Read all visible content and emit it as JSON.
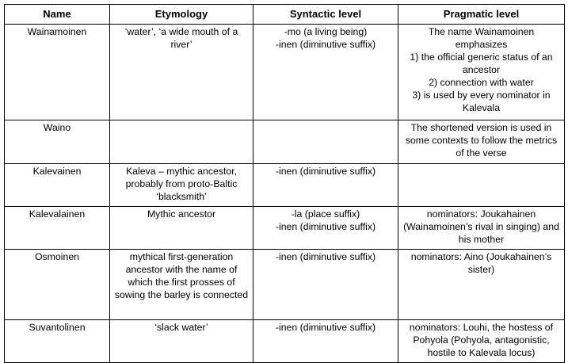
{
  "table": {
    "columns": [
      {
        "key": "name",
        "label": "Name"
      },
      {
        "key": "etymology",
        "label": "Etymology"
      },
      {
        "key": "syntactic",
        "label": "Syntactic level"
      },
      {
        "key": "pragmatic",
        "label": "Pragmatic level"
      }
    ],
    "rows": [
      {
        "name": "Wainamoinen",
        "etymology": "‘water’, ‘a wide mouth of a river’",
        "syntactic": "-mo (a living being)\n-inen (diminutive suffix)",
        "pragmatic": "The name Wainamoinen emphasizes\n1) the official generic status of an ancestor\n2) connection with water\n3) is used by every nominator in Kalevala"
      },
      {
        "name": "Waino",
        "etymology": "",
        "syntactic": "",
        "pragmatic": "The shortened version is used in some contexts to follow the metrics of the verse"
      },
      {
        "name": "Kalevainen",
        "etymology": "Kaleva – mythic ancestor, probably from proto-Baltic ‘blacksmith’",
        "syntactic": "-inen (diminutive suffix)",
        "pragmatic": ""
      },
      {
        "name": "Kalevalainen",
        "etymology": "Mythic ancestor",
        "syntactic": "-la (place suffix)\n-inen (diminutive suffix)",
        "pragmatic": "nominators: Joukahainen (Wainamoinen’s rival in singing) and his mother"
      },
      {
        "name": "Osmoinen",
        "etymology": "mythical first-generation ancestor with the name of which the first prosses of sowing the barley is connected",
        "syntactic": "-inen (diminutive suffix)",
        "pragmatic": "nominators: Aino (Joukahainen’s sister)"
      },
      {
        "name": "Suvantolinen",
        "etymology": "‘slack water’",
        "syntactic": "-inen (diminutive suffix)",
        "pragmatic": "nominators: Louhi, the hostess of Pohyola (Pohyola, antagonistic, hostile to Kalevala locus)"
      }
    ]
  },
  "colors": {
    "border": "#000000",
    "background": "#ffffff",
    "text": "#000000"
  }
}
